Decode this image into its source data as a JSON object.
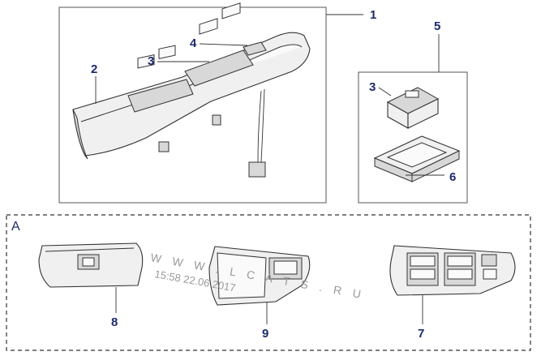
{
  "callouts": {
    "c1": "1",
    "c2": "2",
    "c3a": "3",
    "c4": "4",
    "c5": "5",
    "c3b": "3",
    "c6": "6",
    "c8": "8",
    "c9": "9",
    "c7": "7"
  },
  "section": {
    "label": "A"
  },
  "watermark": {
    "site": "W W W . L C A T S . R U",
    "timestamp": "15:58 22.06.2017"
  }
}
